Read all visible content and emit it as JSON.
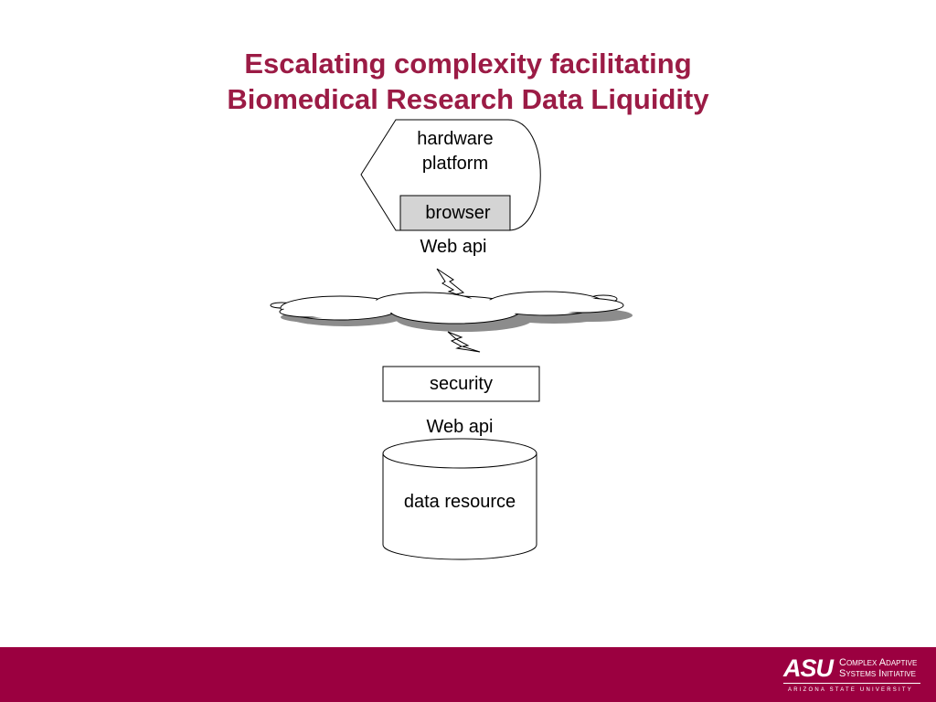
{
  "title": {
    "line1": "Escalating complexity facilitating",
    "line2": "Biomedical Research Data Liquidity"
  },
  "diagram": {
    "hardware_label_line1": "hardware",
    "hardware_label_line2": "platform",
    "browser_label": "browser",
    "web_api_top": "Web api",
    "security_label": "security",
    "web_api_bottom": "Web api",
    "data_resource_label": "data resource"
  },
  "footer": {
    "logo_mark": "ASU",
    "logo_line1": "Complex Adaptive",
    "logo_line2": "Systems Initiative",
    "university": "ARIZONA STATE UNIVERSITY"
  },
  "colors": {
    "title": "#9b1b45",
    "footer_band": "#9b0040",
    "browser_fill": "#d4d4d4",
    "cloud_shadow": "#8c8c8c"
  }
}
